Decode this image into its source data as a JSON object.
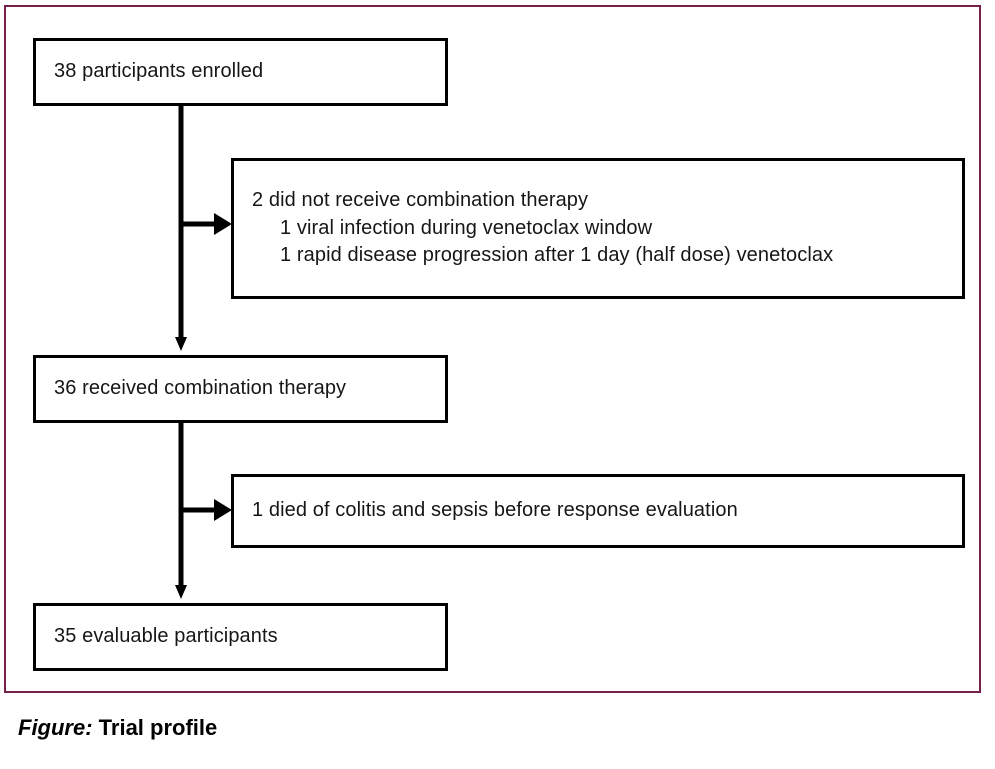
{
  "figure": {
    "caption_label": "Figure:",
    "caption_title": " Trial profile",
    "frame_color": "#74204a",
    "box_border_color": "#000000",
    "connector_color": "#000000"
  },
  "flowchart": {
    "type": "flow-diagram",
    "nodes": [
      {
        "id": "enrolled",
        "label": "38 participants enrolled",
        "count": 38,
        "lines": [
          "38 participants enrolled"
        ]
      },
      {
        "id": "not-received",
        "label": "2 did not receive combination therapy",
        "count": 2,
        "lines": [
          "2 did not receive combination therapy",
          "1 viral infection during venetoclax window",
          "1 rapid disease progression after 1 day (half dose) venetoclax"
        ]
      },
      {
        "id": "received",
        "label": "36 received combination therapy",
        "count": 36,
        "lines": [
          "36 received combination therapy"
        ]
      },
      {
        "id": "died",
        "label": "1 died of colitis and sepsis before response evaluation",
        "count": 1,
        "lines": [
          "1 died of colitis and sepsis before response evaluation"
        ]
      },
      {
        "id": "evaluable",
        "label": "35 evaluable participants",
        "count": 35,
        "lines": [
          "35 evaluable participants"
        ]
      }
    ],
    "edges": [
      {
        "from": "enrolled",
        "to": "not-received",
        "kind": "branch-right"
      },
      {
        "from": "enrolled",
        "to": "received",
        "kind": "down"
      },
      {
        "from": "received",
        "to": "died",
        "kind": "branch-right"
      },
      {
        "from": "received",
        "to": "evaluable",
        "kind": "down"
      }
    ]
  }
}
